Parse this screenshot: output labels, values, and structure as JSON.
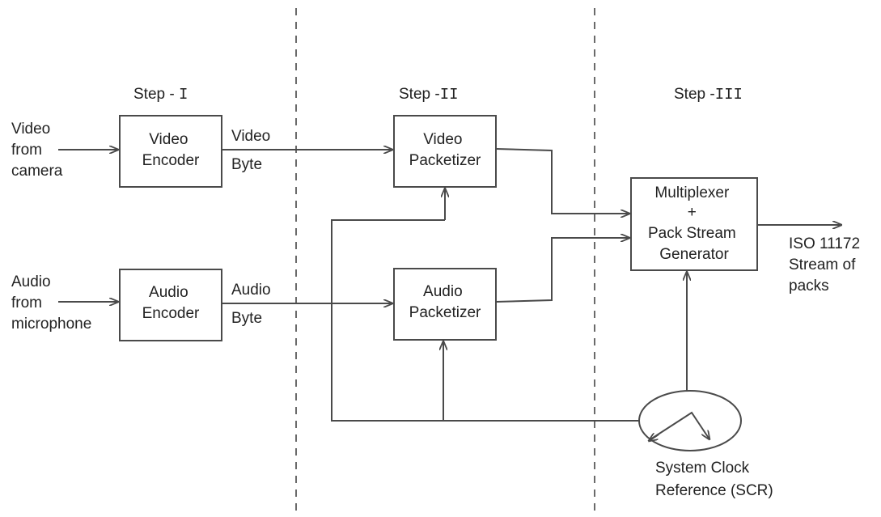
{
  "steps": {
    "step1": {
      "prefix": "Step - ",
      "numeral": "I"
    },
    "step2": {
      "prefix": "Step -",
      "numeral": "II"
    },
    "step3": {
      "prefix": "Step -",
      "numeral": "III"
    }
  },
  "inputs": {
    "video": [
      "Video",
      "from",
      "camera"
    ],
    "audio": [
      "Audio",
      "from",
      "microphone"
    ]
  },
  "boxes": {
    "video_encoder": [
      "Video",
      "Encoder"
    ],
    "audio_encoder": [
      "Audio",
      "Encoder"
    ],
    "video_packetizer": [
      "Video",
      "Packetizer"
    ],
    "audio_packetizer": [
      "Audio",
      "Packetizer"
    ],
    "multiplexer": [
      "Multiplexer",
      "+",
      "Pack Stream",
      "Generator"
    ]
  },
  "links": {
    "video_byte": [
      "Video",
      "Byte"
    ],
    "audio_byte": [
      "Audio",
      "Byte"
    ]
  },
  "output": [
    "ISO 11172",
    "Stream of",
    "packs"
  ],
  "clock": [
    "System Clock",
    "Reference (SCR)"
  ],
  "colors": {
    "line": "#4a4a4a",
    "text": "#222222",
    "divider": "#6a6a6a"
  }
}
